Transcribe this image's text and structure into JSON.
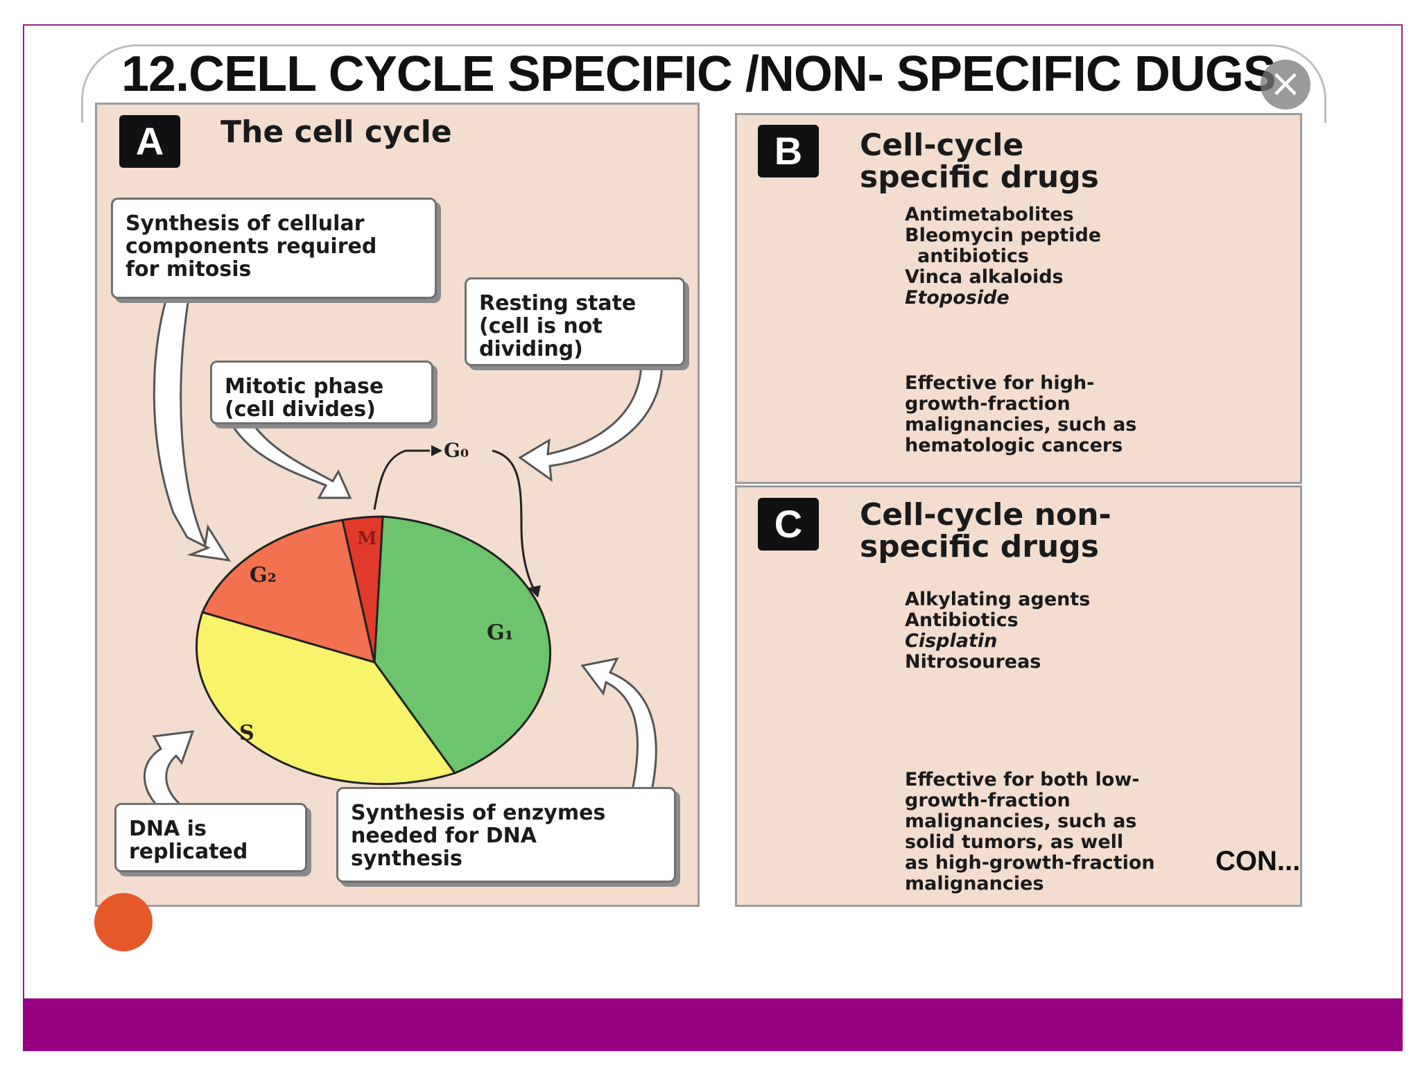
{
  "slide": {
    "title": "12.CELL CYCLE SPECIFIC /NON- SPECIFIC DUGS",
    "continue_label": "CON...",
    "close_icon": "close-icon",
    "colors": {
      "frame": "#9a1f86",
      "footer": "#990080",
      "panel_bg": "#f3ddcf"
    }
  },
  "panel_a": {
    "badge": "A",
    "heading": "The cell cycle",
    "callouts": {
      "synthesis_components": [
        "Synthesis of cellular",
        "components required",
        "for mitosis"
      ],
      "resting_state": [
        "Resting state",
        "(cell is not",
        "dividing)"
      ],
      "mitotic_phase": [
        "Mitotic phase",
        "(cell divides)"
      ],
      "dna_replicated": [
        "DNA is",
        "replicated"
      ],
      "synthesis_enzymes": [
        "Synthesis of enzymes",
        "needed for DNA",
        "synthesis"
      ]
    },
    "phases": {
      "g0": "G₀",
      "m": "M",
      "g2": "G₂",
      "g1": "G₁",
      "s": "S"
    },
    "phase_colors": {
      "m": "#e23a2a",
      "g2": "#f2714f",
      "g1": "#6cc46c",
      "s": "#f7f36a"
    }
  },
  "panel_b": {
    "badge": "B",
    "heading": [
      "Cell-cycle",
      "specific drugs"
    ],
    "drugs": [
      "Antimetabolites",
      "Bleomycin peptide",
      "antibiotics",
      "Vinca alkaloids",
      "Etoposide"
    ],
    "effect": [
      "Effective for high-",
      "growth-fraction",
      "malignancies, such as",
      "hematologic cancers"
    ]
  },
  "panel_c": {
    "badge": "C",
    "heading": [
      "Cell-cycle non-",
      "specific drugs"
    ],
    "drugs": [
      "Alkylating agents",
      "Antibiotics",
      "Cisplatin",
      "Nitrosoureas"
    ],
    "effect": [
      "Effective for both low-",
      "growth-fraction",
      "malignancies, such as",
      "solid tumors, as well",
      "as high-growth-fraction",
      "malignancies"
    ]
  }
}
